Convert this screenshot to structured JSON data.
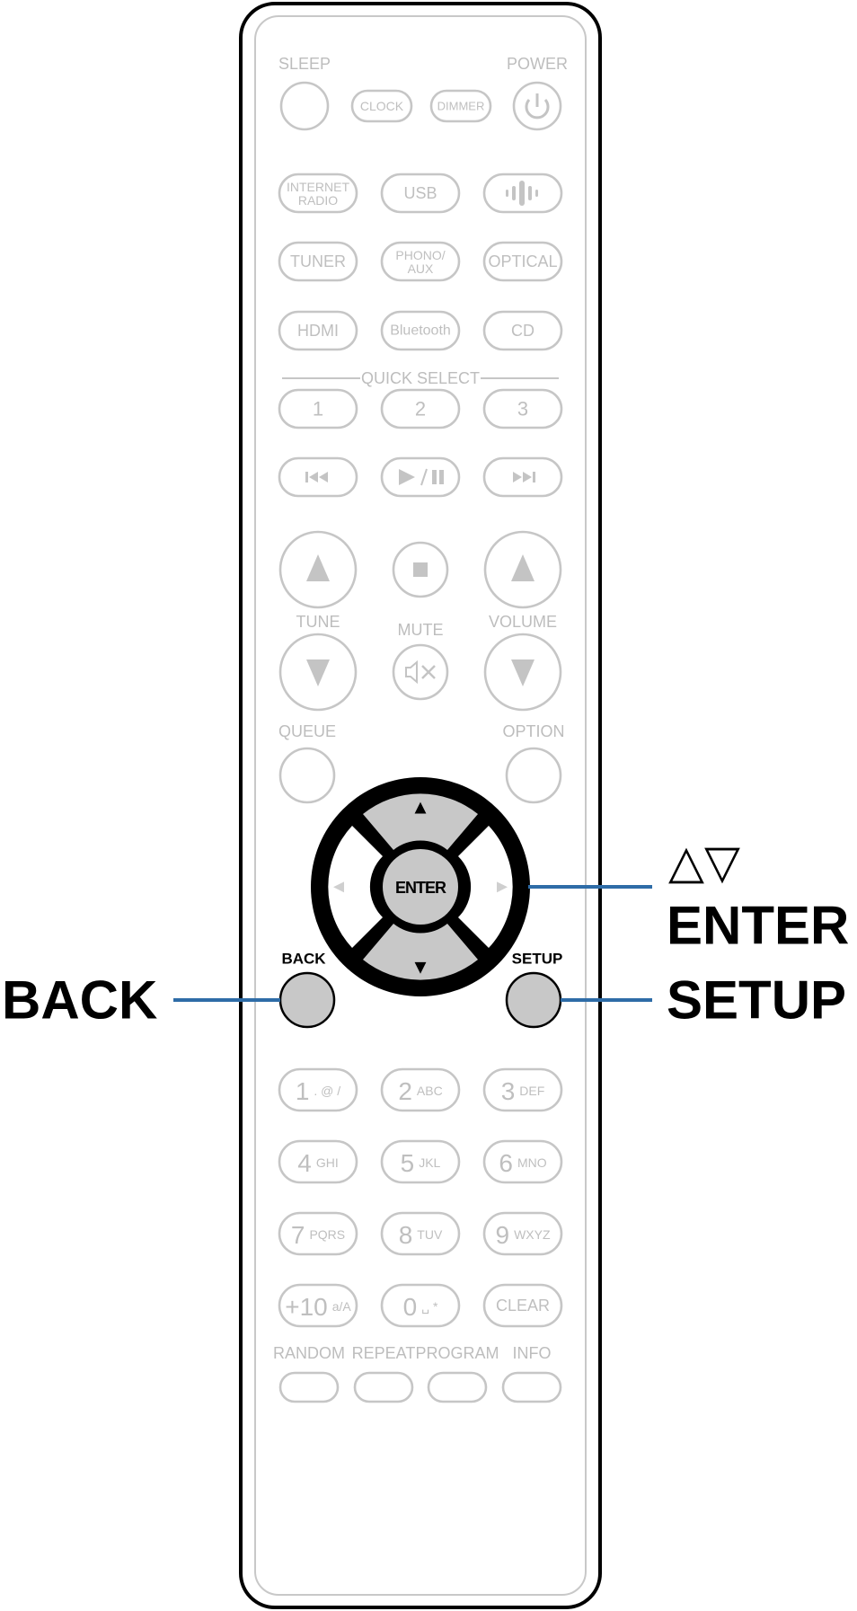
{
  "remote": {
    "top_labels": {
      "sleep": "SLEEP",
      "power": "POWER"
    },
    "top_buttons": {
      "clock": "CLOCK",
      "dimmer": "DIMMER",
      "power_glyph": "⏻"
    },
    "source_row1": {
      "internet_radio": [
        "INTERNET",
        "RADIO"
      ],
      "usb": "USB",
      "heos_icon": "heos-icon"
    },
    "source_row2": {
      "tuner": "TUNER",
      "phono_aux": [
        "PHONO/",
        "AUX"
      ],
      "optical": "OPTICAL"
    },
    "source_row3": {
      "hdmi": "HDMI",
      "bluetooth": "Bluetooth",
      "cd": "CD"
    },
    "quick_select": {
      "label": "QUICK SELECT",
      "buttons": [
        "1",
        "2",
        "3"
      ]
    },
    "transport": {
      "prev": "⏮",
      "play_pause": "►/❚❚",
      "next": "⏭"
    },
    "tune_label": "TUNE",
    "mute_label": "MUTE",
    "volume_label": "VOLUME",
    "queue_label": "QUEUE",
    "option_label": "OPTION",
    "nav": {
      "enter": "ENTER",
      "up": "▲",
      "down": "▼",
      "left": "◄",
      "right": "►"
    },
    "back_label": "BACK",
    "setup_label": "SETUP",
    "keypad": [
      {
        "digit": "1",
        "letters": ". @ /"
      },
      {
        "digit": "2",
        "letters": "ABC"
      },
      {
        "digit": "3",
        "letters": "DEF"
      },
      {
        "digit": "4",
        "letters": "GHI"
      },
      {
        "digit": "5",
        "letters": "JKL"
      },
      {
        "digit": "6",
        "letters": "MNO"
      },
      {
        "digit": "7",
        "letters": "PQRS"
      },
      {
        "digit": "8",
        "letters": "TUV"
      },
      {
        "digit": "9",
        "letters": "WXYZ"
      },
      {
        "digit": "+10",
        "letters": "a/A"
      },
      {
        "digit": "0",
        "letters": "␣ *"
      }
    ],
    "clear_label": "CLEAR",
    "bottom_labels": [
      "RANDOM",
      "REPEAT",
      "PROGRAM",
      "INFO"
    ]
  },
  "callouts": {
    "cursor_arrows": "△▽",
    "enter": "ENTER",
    "back": "BACK",
    "setup": "SETUP"
  },
  "colors": {
    "highlight_fill": "#c8c8c8",
    "leader_line": "#2e6ca7",
    "faint": "#c6c6c6"
  }
}
